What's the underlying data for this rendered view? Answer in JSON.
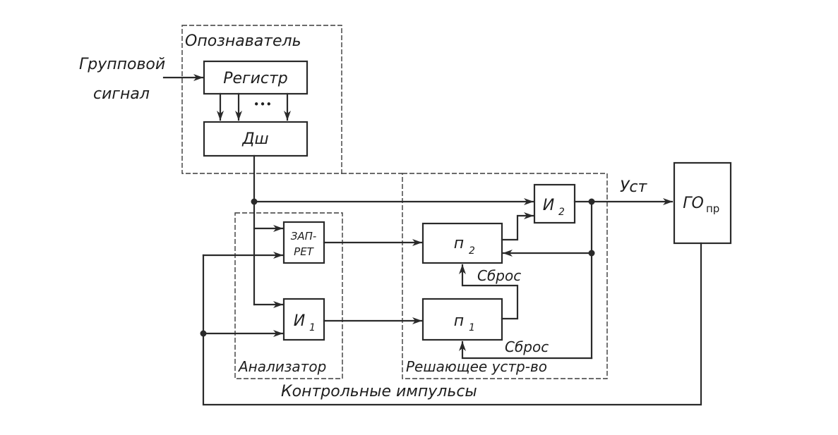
{
  "labels": {
    "identifier": "Опознаватель",
    "group_signal_line1": "Групповой",
    "group_signal_line2": "сигнал",
    "register": "Регистр",
    "register_ellipsis": "•••",
    "decoder": "Дш",
    "ust": "Уст",
    "generator_main": "ГО",
    "generator_sub": "пр",
    "and2_main": "И",
    "and2_sub": "2",
    "inhibit_line1": "ЗАП-",
    "inhibit_line2": "РЕТ",
    "and1_main": "И",
    "and1_sub": "1",
    "counter2_main": "п",
    "counter2_sub": "2",
    "counter1_main": "п",
    "counter1_sub": "1",
    "reset_upper": "Сброс",
    "reset_lower": "Сброс",
    "analyzer": "Анализатор",
    "decision_device": "Решающее устр-во",
    "control_pulses": "Контрольные импульсы"
  }
}
